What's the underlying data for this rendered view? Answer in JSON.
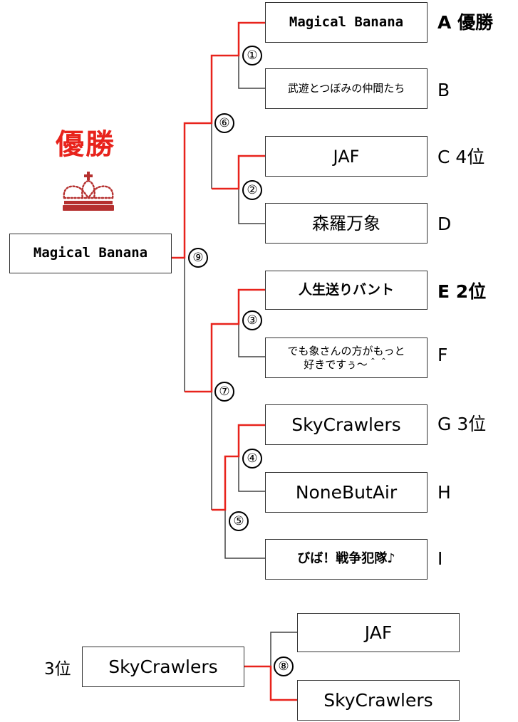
{
  "champion": {
    "heading": "優勝",
    "name": "Magical Banana"
  },
  "entries": [
    {
      "id": "A",
      "name": "Magical Banana",
      "rank": "優勝"
    },
    {
      "id": "B",
      "name": "武遊とつぼみの仲間たち",
      "rank": ""
    },
    {
      "id": "C",
      "name": "JAF",
      "rank": "4位"
    },
    {
      "id": "D",
      "name": "森羅万象",
      "rank": ""
    },
    {
      "id": "E",
      "name": "人生送りバント",
      "rank": "2位"
    },
    {
      "id": "F",
      "name": "でも象さんの方がもっと\n好きですぅ～＾＾",
      "rank": ""
    },
    {
      "id": "G",
      "name": "SkyCrawlers",
      "rank": "3位"
    },
    {
      "id": "H",
      "name": "NoneButAir",
      "rank": ""
    },
    {
      "id": "I",
      "name": "びば！戦争犯隊♪",
      "rank": ""
    }
  ],
  "matches": [
    "①",
    "②",
    "③",
    "④",
    "⑤",
    "⑥",
    "⑦",
    "⑧",
    "⑨"
  ],
  "third_place": {
    "label": "3位",
    "winner": "SkyCrawlers",
    "entrants": [
      "JAF",
      "SkyCrawlers"
    ]
  },
  "colors": {
    "win_line": "#e8231c",
    "lose_line": "#444444",
    "heading": "#e8231c",
    "crown": "#b5302f"
  }
}
